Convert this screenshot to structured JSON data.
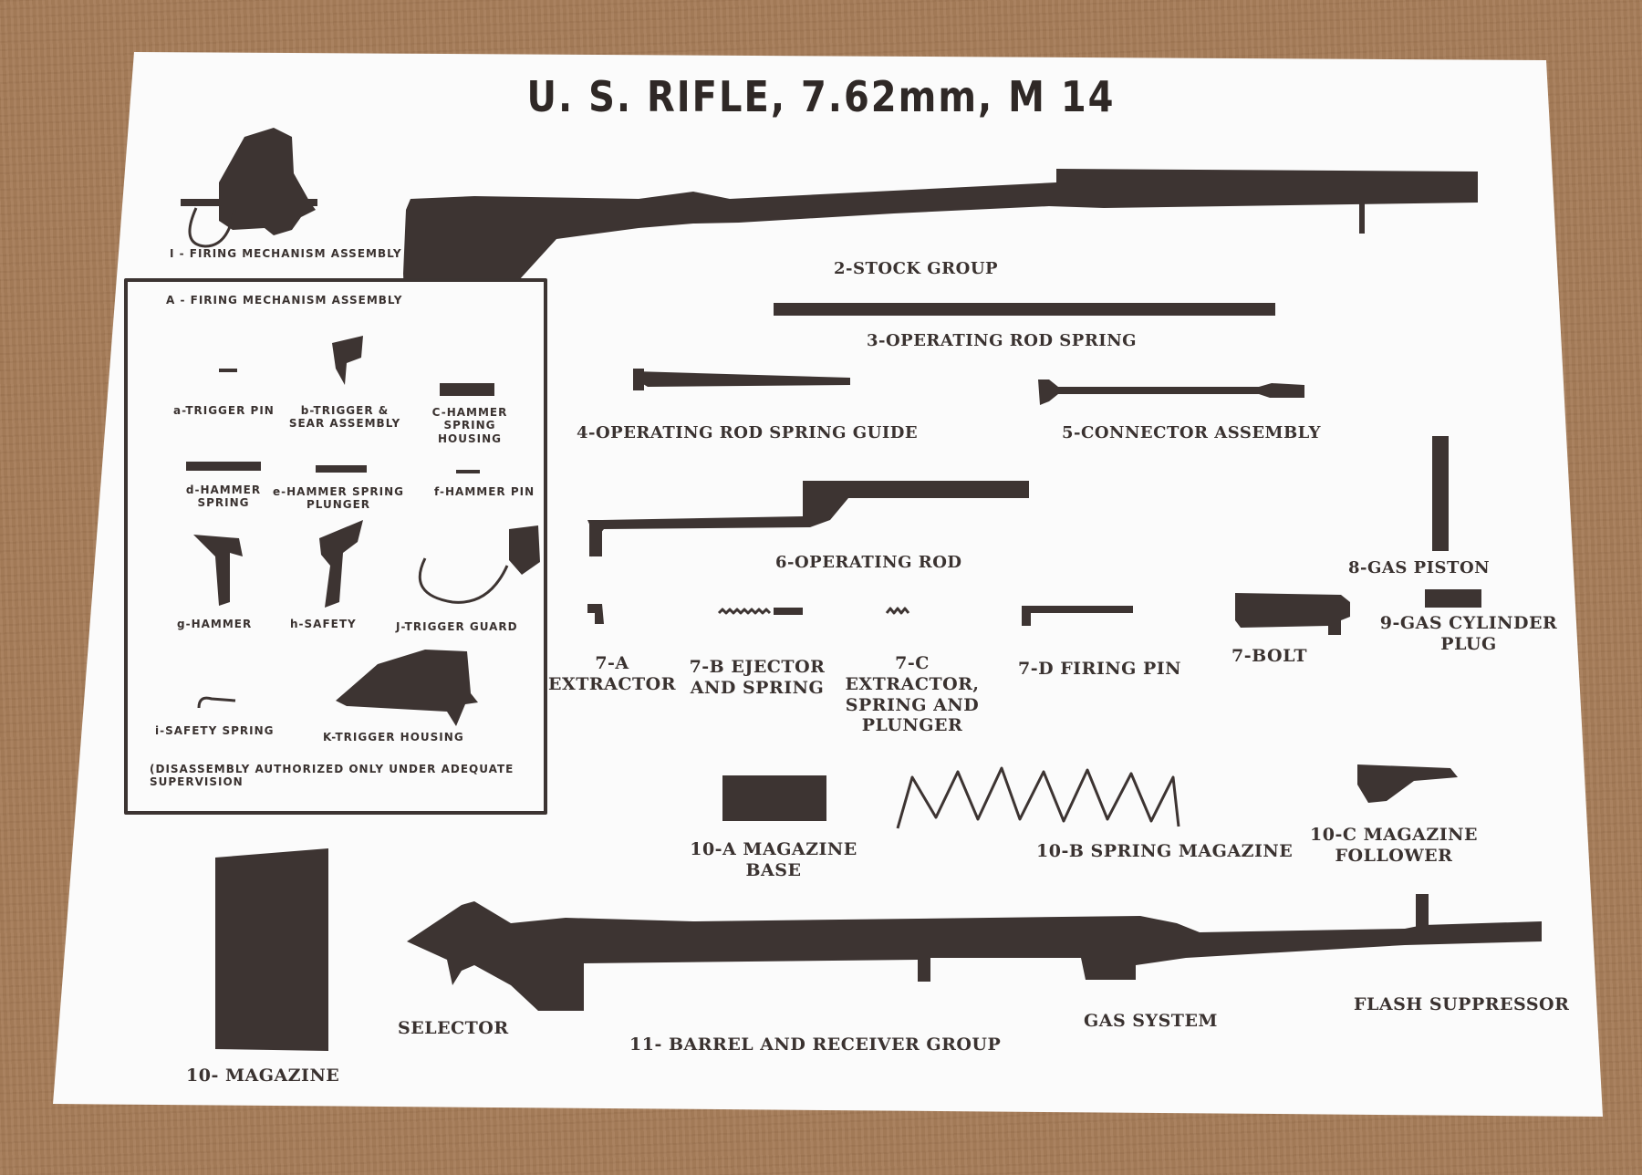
{
  "title": "U. S. RIFLE, 7.62mm, M 14",
  "parts": {
    "p1": "I - FIRING MECHANISM ASSEMBLY",
    "p2": "2-STOCK GROUP",
    "p3": "3-OPERATING ROD SPRING",
    "p4": "4-OPERATING ROD SPRING GUIDE",
    "p5": "5-CONNECTOR ASSEMBLY",
    "p6": "6-OPERATING ROD",
    "p7a": "7-A\nEXTRACTOR",
    "p7b": "7-B EJECTOR\nAND SPRING",
    "p7c": "7-C EXTRACTOR,\nSPRING AND\nPLUNGER",
    "p7d": "7-D FIRING PIN",
    "p7": "7-BOLT",
    "p8": "8-GAS PISTON",
    "p9": "9-GAS CYLINDER\nPLUG",
    "p10": "10- MAGAZINE",
    "p10a": "10-A MAGAZINE\nBASE",
    "p10b": "10-B SPRING MAGAZINE",
    "p10c": "10-C MAGAZINE\nFOLLOWER",
    "p11": "11- BARREL AND RECEIVER GROUP",
    "selector": "SELECTOR",
    "gas_system": "GAS SYSTEM",
    "flash_suppressor": "FLASH SUPPRESSOR"
  },
  "inset": {
    "header": "A - FIRING MECHANISM ASSEMBLY",
    "a": "a-TRIGGER PIN",
    "b": "b-TRIGGER &\nSEAR ASSEMBLY",
    "c": "C-HAMMER SPRING\nHOUSING",
    "d": "d-HAMMER\nSPRING",
    "e": "e-HAMMER SPRING\nPLUNGER",
    "f": "f-HAMMER PIN",
    "g": "g-HAMMER",
    "h": "h-SAFETY",
    "j": "J-TRIGGER GUARD",
    "i": "i-SAFETY SPRING",
    "k": "K-TRIGGER HOUSING",
    "note": "(DISASSEMBLY AUTHORIZED ONLY UNDER ADEQUATE\nSUPERVISION"
  },
  "colors": {
    "ink": "#3d3432",
    "paper": "#fbfbfb",
    "cardboard": "#a57b57"
  }
}
